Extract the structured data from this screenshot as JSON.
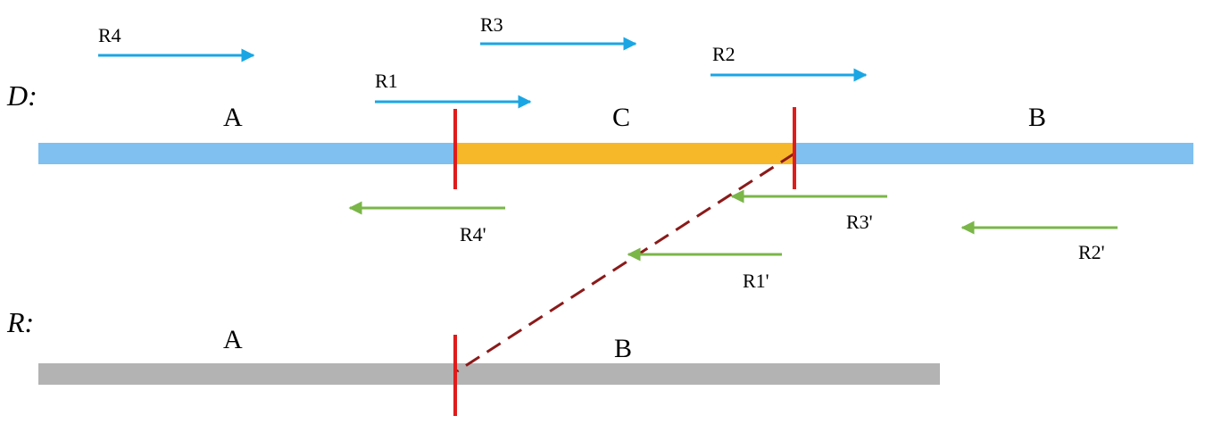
{
  "colors": {
    "d_strand": "#7fc0f0",
    "c_segment": "#f6b728",
    "r_strand": "#b3b3b3",
    "breakpoint": "#e01b1b",
    "forward_arrow": "#1aa6e4",
    "reverse_arrow": "#7ab648",
    "junction_dash": "#8b1a1a"
  },
  "strands": {
    "d_label": "D:",
    "r_label": "R:"
  },
  "segments": {
    "d_a": "A",
    "d_c": "C",
    "d_b": "B",
    "r_a": "A",
    "r_b": "B"
  },
  "forward_reads": {
    "r1": "R1",
    "r2": "R2",
    "r3": "R3",
    "r4": "R4"
  },
  "reverse_reads": {
    "r1p": "R1'",
    "r2p": "R2'",
    "r3p": "R3'",
    "r4p": "R4'"
  },
  "icons": {
    "forward": "arrow-right-icon",
    "reverse": "arrow-left-icon"
  }
}
